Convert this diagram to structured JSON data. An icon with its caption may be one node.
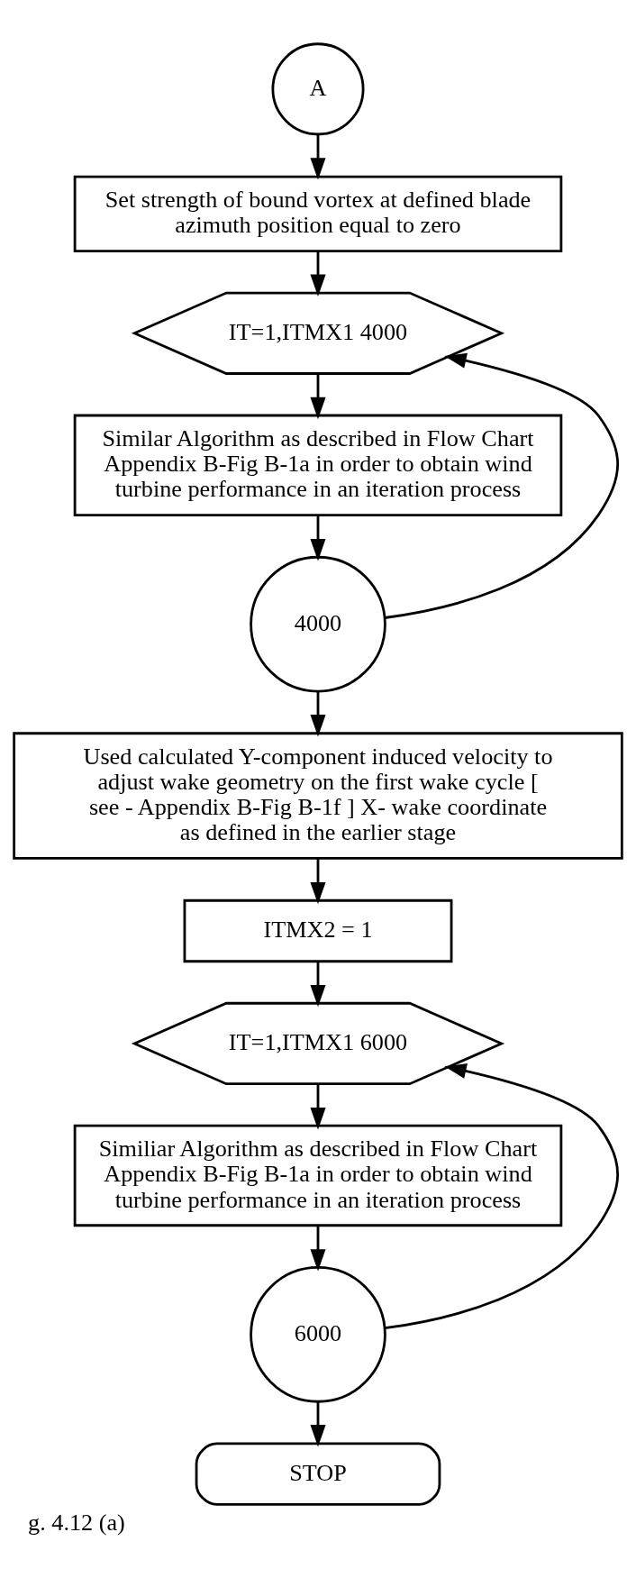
{
  "diagram": {
    "caption": "g. 4.12 (a)",
    "nodes": [
      {
        "text": [
          "A"
        ]
      },
      {
        "text": [
          "Set strength of bound vortex at defined blade azimuth position equal to zero"
        ]
      },
      {
        "text": [
          "IT=1,ITMX1 4000"
        ]
      },
      {
        "text": [
          "Similar Algorithm as described in Flow Chart Appendix B-Fig B-1a in order to obtain wind turbine performance in an iteration process"
        ]
      },
      {
        "text": [
          "4000"
        ]
      },
      {
        "text": [
          "Used calculated Y-component induced velocity to adjust wake geometry on the first wake cycle [ see - Appendix B-Fig B-1f ] X- wake coordinate as defined in the earlier stage"
        ]
      },
      {
        "text": [
          "ITMX2 = 1"
        ]
      },
      {
        "text": [
          "IT=1,ITMX1 6000"
        ]
      },
      {
        "text": [
          "Similiar Algorithm as described in Flow Chart Appendix B-Fig B-1a in order to obtain wind turbine performance in an iteration process"
        ]
      },
      {
        "text": [
          "6000"
        ]
      },
      {
        "text": [
          "STOP"
        ]
      }
    ],
    "edges": [
      {
        "from": 0,
        "to": 1,
        "arrow": "to"
      },
      {
        "from": 1,
        "to": 2,
        "arrow": "to"
      },
      {
        "from": 2,
        "to": 3,
        "arrow": "to"
      },
      {
        "from": 3,
        "to": 4,
        "arrow": "to"
      },
      {
        "from": 4,
        "to": 2,
        "arrow": "to"
      },
      {
        "from": 4,
        "to": 5,
        "arrow": "to"
      },
      {
        "from": 5,
        "to": 6,
        "arrow": "to"
      },
      {
        "from": 6,
        "to": 7,
        "arrow": "to"
      },
      {
        "from": 7,
        "to": 8,
        "arrow": "to"
      },
      {
        "from": 8,
        "to": 9,
        "arrow": "to"
      },
      {
        "from": 9,
        "to": 7,
        "arrow": "to"
      },
      {
        "from": 9,
        "to": 10,
        "arrow": "to"
      }
    ]
  }
}
